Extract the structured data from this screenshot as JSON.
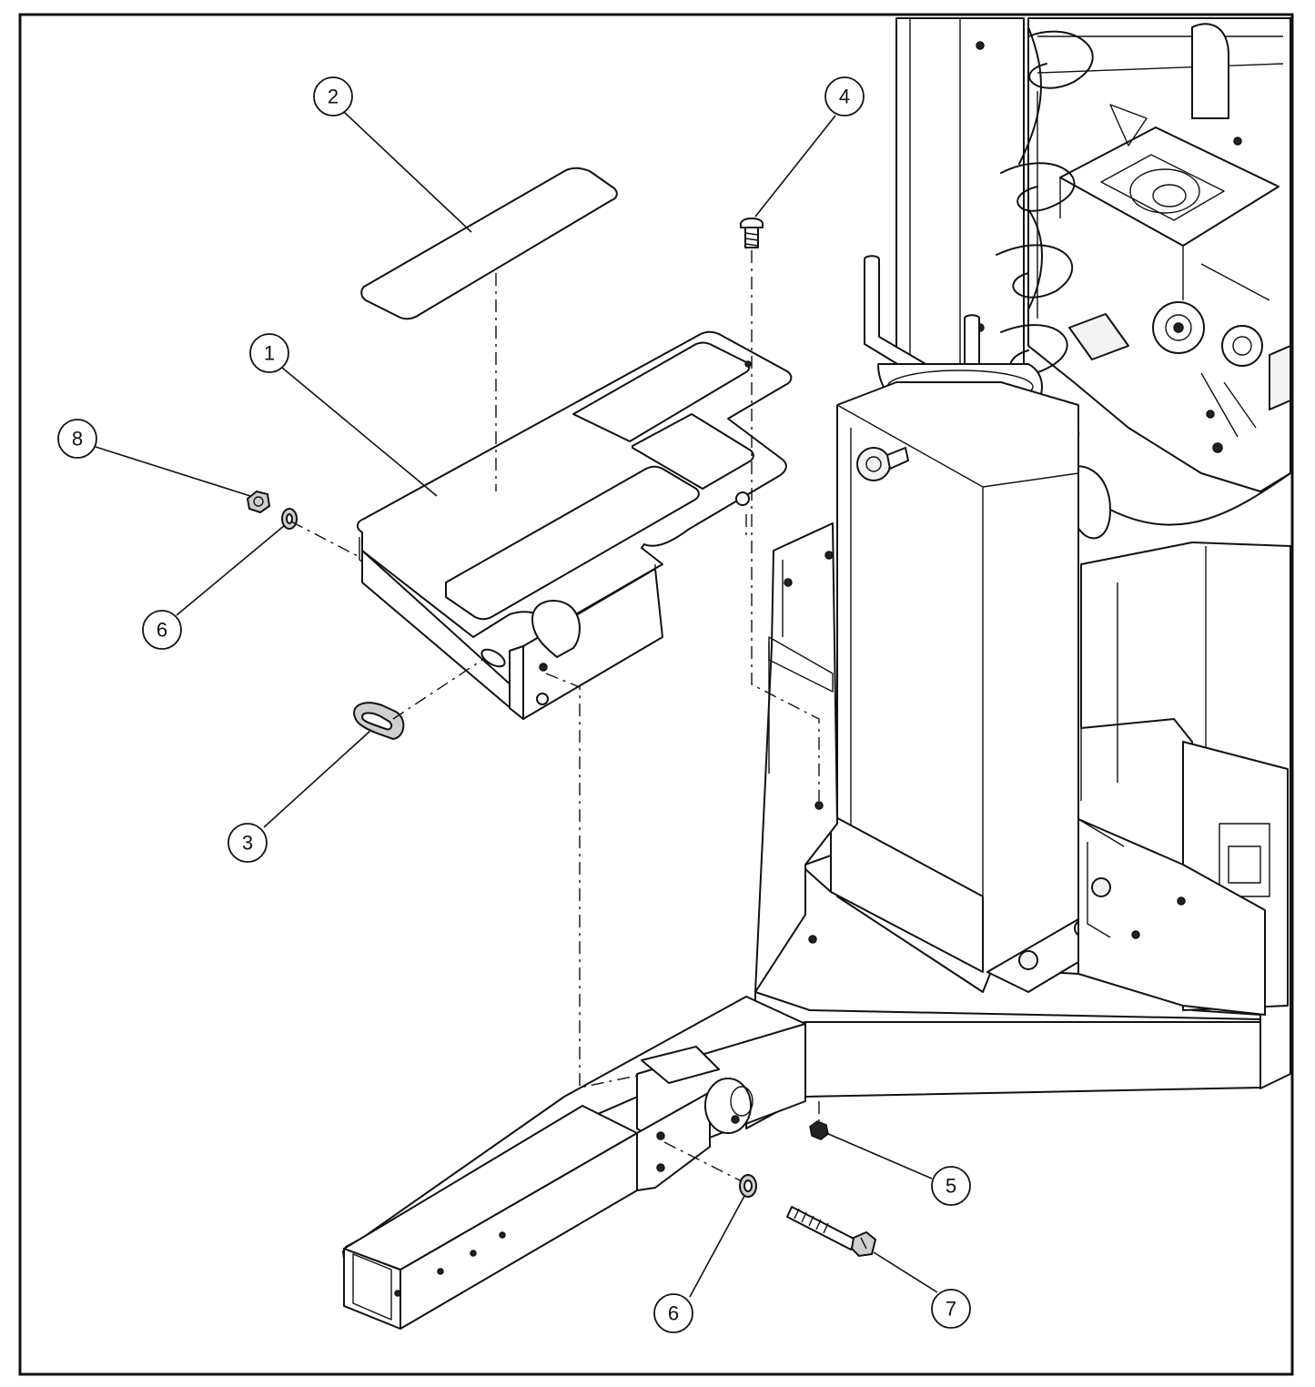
{
  "callouts": [
    {
      "id": "c2",
      "label": "2"
    },
    {
      "id": "c4",
      "label": "4"
    },
    {
      "id": "c1",
      "label": "1"
    },
    {
      "id": "c8",
      "label": "8"
    },
    {
      "id": "c6a",
      "label": "6"
    },
    {
      "id": "c3",
      "label": "3"
    },
    {
      "id": "c5",
      "label": "5"
    },
    {
      "id": "c6b",
      "label": "6"
    },
    {
      "id": "c7",
      "label": "7"
    }
  ]
}
